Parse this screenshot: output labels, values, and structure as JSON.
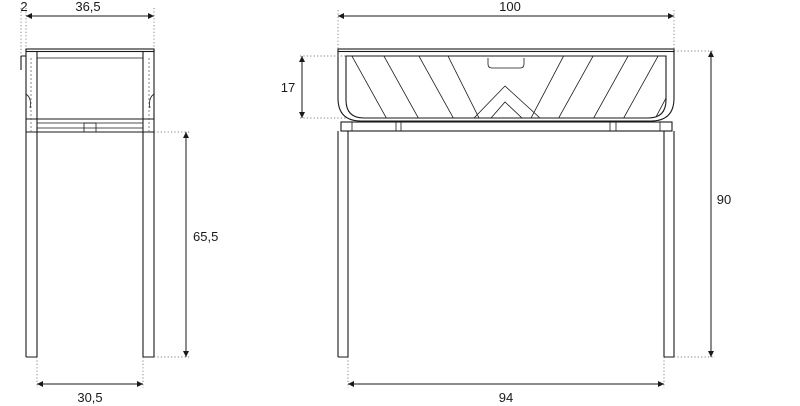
{
  "views": {
    "side": {
      "dims": {
        "thickness": "2",
        "depth_top": "36,5",
        "leg_height": "65,5",
        "depth_bottom": "30,5"
      }
    },
    "front": {
      "dims": {
        "width_top": "100",
        "drawer_height": "17",
        "total_height": "90",
        "width_bottom": "94"
      }
    }
  },
  "colors": {
    "line": "#1a1a1a",
    "background": "#ffffff"
  }
}
